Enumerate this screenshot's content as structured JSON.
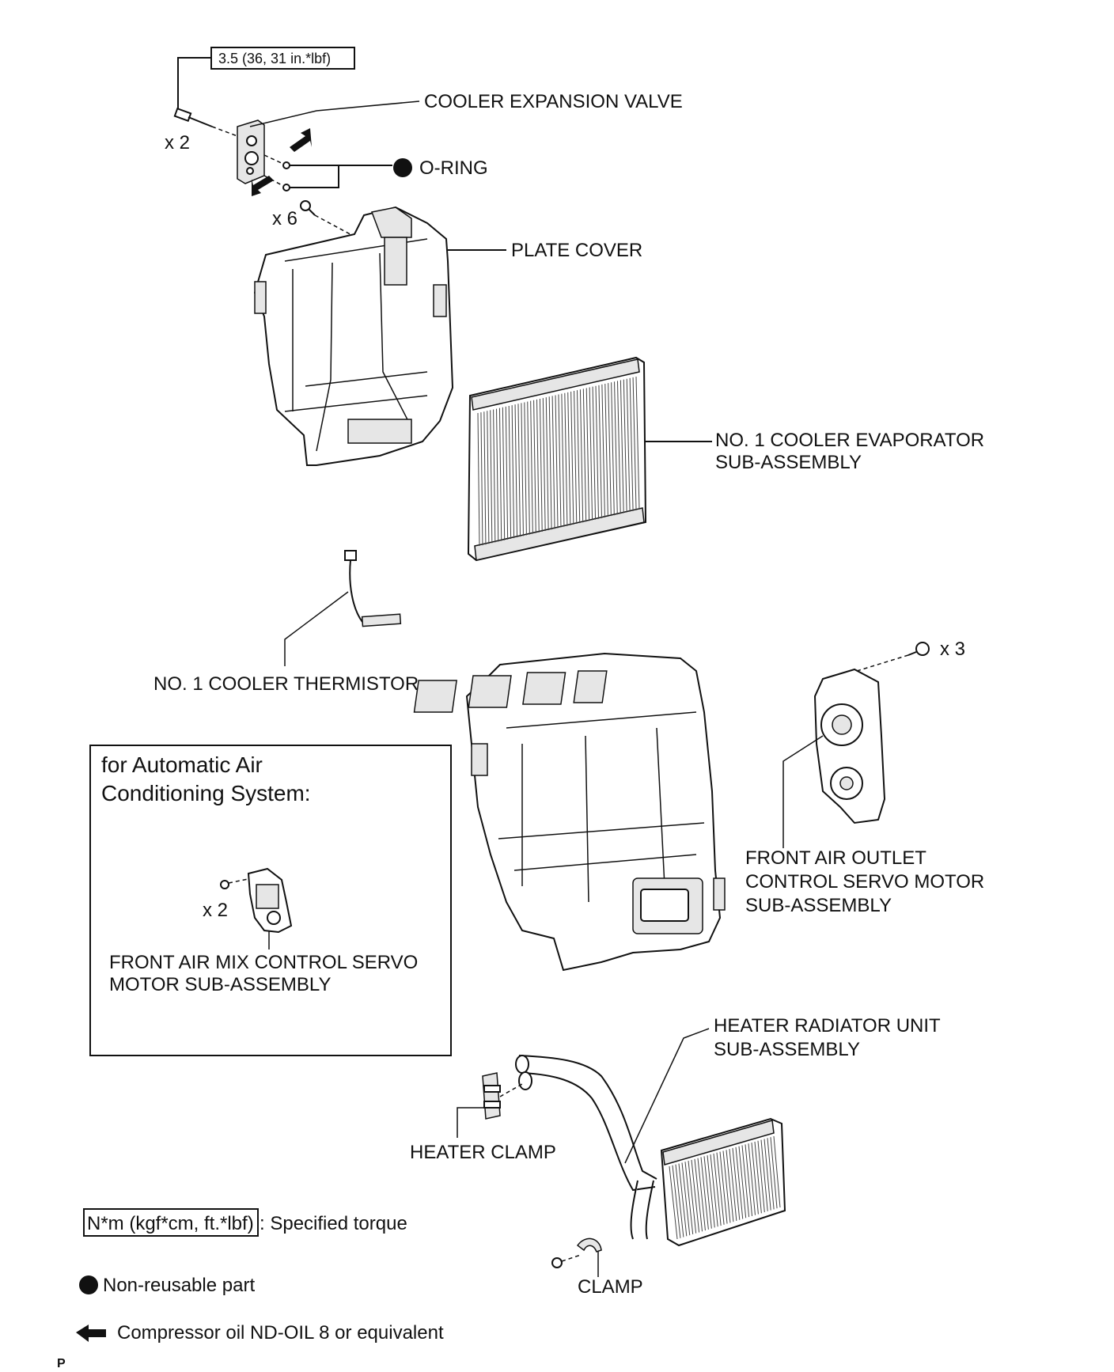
{
  "torque_value": "3.5 (36, 31 in.*lbf)",
  "labels": {
    "cooler_expansion_valve": "COOLER EXPANSION VALVE",
    "o_ring": "O-RING",
    "plate_cover": "PLATE COVER",
    "evaporator_line1": "NO. 1 COOLER EVAPORATOR",
    "evaporator_line2": "SUB-ASSEMBLY",
    "thermistor": "NO. 1 COOLER THERMISTOR",
    "outlet_servo_line1": "FRONT AIR OUTLET",
    "outlet_servo_line2": "CONTROL SERVO MOTOR",
    "outlet_servo_line3": "SUB-ASSEMBLY",
    "heater_radiator_line1": "HEATER RADIATOR UNIT",
    "heater_radiator_line2": "SUB-ASSEMBLY",
    "heater_clamp": "HEATER CLAMP",
    "clamp": "CLAMP"
  },
  "quantities": {
    "valve_bolts": "x 2",
    "cover_screws": "x 6",
    "servo_screws": "x 3",
    "mix_servo_screws": "x 2"
  },
  "inset": {
    "title_line1": "for Automatic Air",
    "title_line2": "Conditioning System:",
    "part_line1": "FRONT AIR MIX CONTROL SERVO",
    "part_line2": "MOTOR SUB-ASSEMBLY"
  },
  "legend": {
    "torque_unit": "N*m (kgf*cm, ft.*lbf)",
    "torque_text": ": Specified torque",
    "non_reusable": "Non-reusable part",
    "compressor_oil": "Compressor oil ND-OIL 8 or equivalent"
  },
  "corner_mark": "P"
}
